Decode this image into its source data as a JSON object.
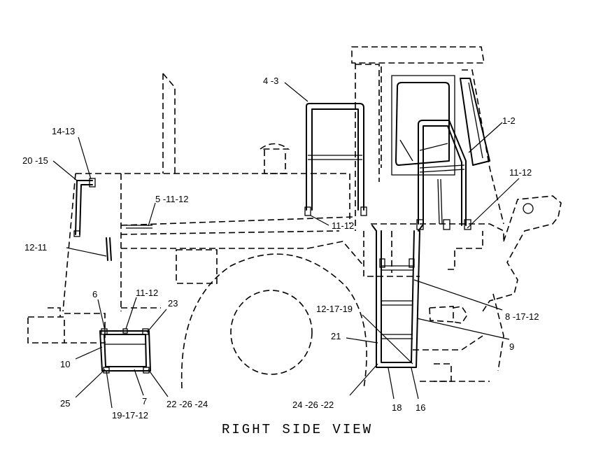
{
  "caption": "RIGHT SIDE VIEW",
  "callouts": {
    "c1": "4 -3",
    "c2": "1-2",
    "c3": "14-13",
    "c4": "20 -15",
    "c5": "5 -11-12",
    "c6": "11-12",
    "c7": "11-12",
    "c8": "12-11",
    "c9": "6",
    "c10": "11-12",
    "c11": "23",
    "c12": "10",
    "c13": "25",
    "c14": "7",
    "c15": "19-17-12",
    "c16": "22 -26 -24",
    "c17": "12-17-19",
    "c18": "21",
    "c19": "8 -17-12",
    "c20": "9",
    "c21": "24 -26 -22",
    "c22": "18",
    "c23": "16"
  }
}
